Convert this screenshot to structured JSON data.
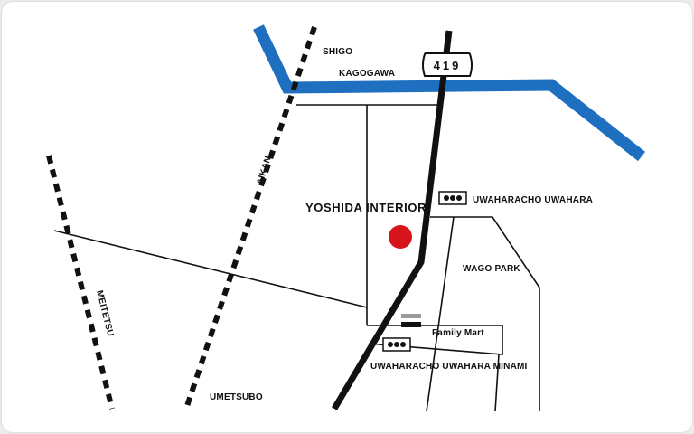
{
  "map": {
    "colors": {
      "river": "#1e6fbf",
      "road": "#111111",
      "marker": "#d7141b",
      "background": "#ffffff",
      "frame": "#ececec"
    },
    "labels": {
      "shigo": "SHIGO",
      "kagogawa": "KAGOGAWA",
      "route": "419",
      "aikan": "AIKAN",
      "meitetsu": "MEITETSU",
      "umetsubo": "UMETSUBO",
      "yoshida_interior": "YOSHIDA INTERIOR",
      "uwaharacho_uwahara": "UWAHARACHO UWAHARA",
      "wago_park": "WAGO PARK",
      "family_mart": "Family Mart",
      "uwaharacho_uwahara_minami": "UWAHARACHO UWAHARA MINAMI"
    },
    "icons": {
      "destination": "red-circle-marker",
      "traffic_light": "traffic-light-icon",
      "convenience_store": "family-mart-icon",
      "route_shield": "route-shield-icon"
    }
  }
}
